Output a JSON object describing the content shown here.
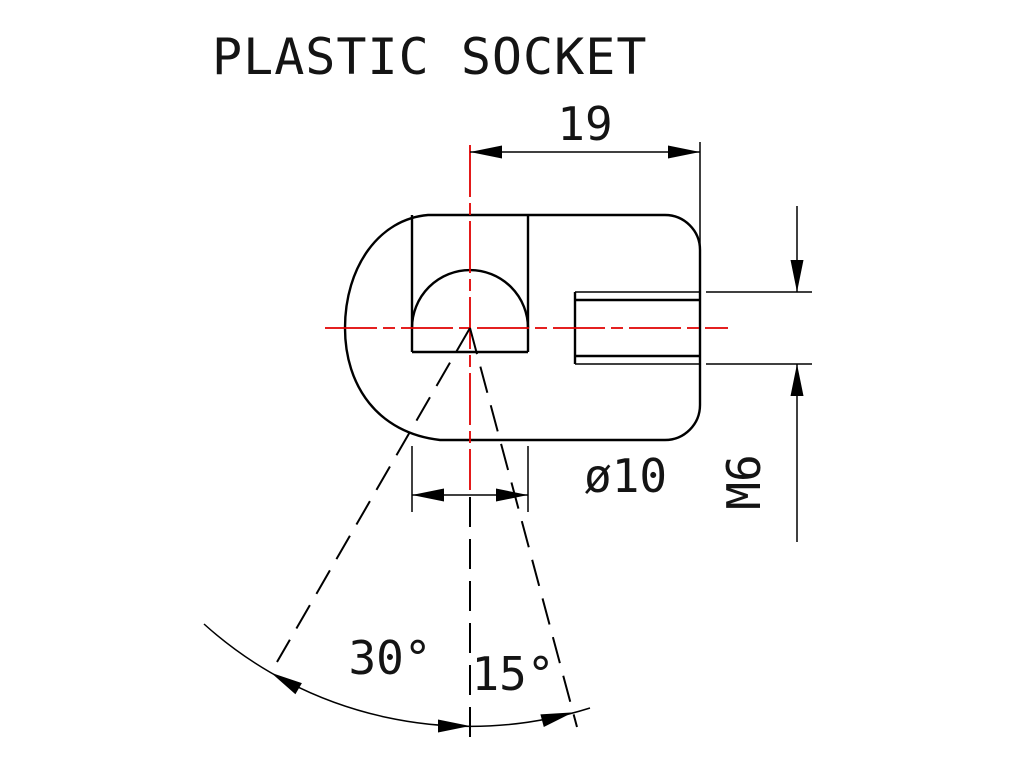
{
  "drawing": {
    "title": "PLASTIC SOCKET",
    "dimensions": {
      "width_label": "19",
      "bore_diameter_label": "ø10",
      "thread_label": "M6",
      "swing_angle_label": "30°",
      "tilt_angle_label": "15°"
    },
    "colors": {
      "outline": "#000000",
      "centerline": "#e00000",
      "text": "#141414"
    }
  }
}
